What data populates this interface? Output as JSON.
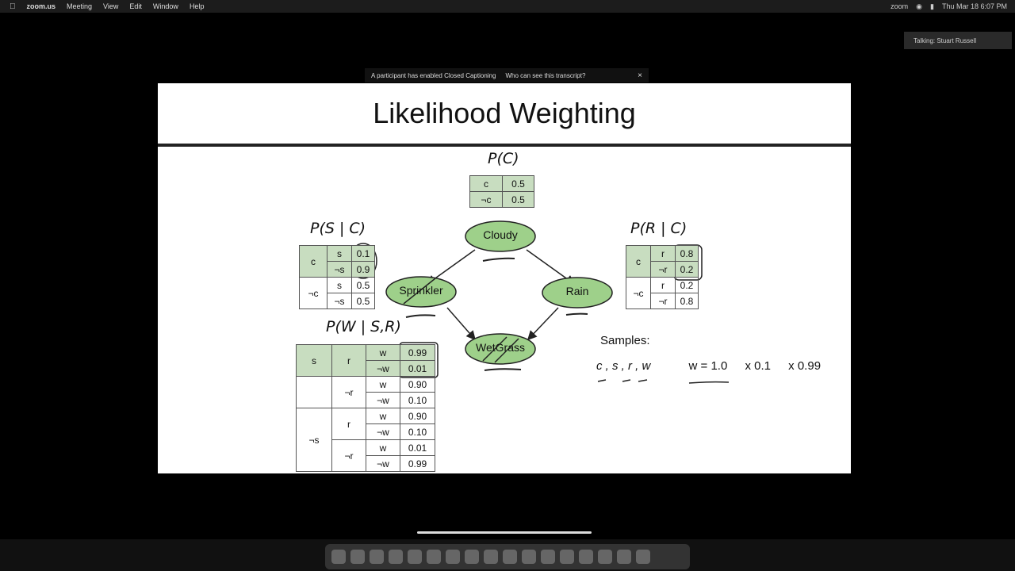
{
  "menubar": {
    "apple": "",
    "app": "zoom.us",
    "items": [
      "Meeting",
      "View",
      "Edit",
      "Window",
      "Help"
    ],
    "right_app": "zoom",
    "datetime": "Thu Mar 18 6:07 PM"
  },
  "talking": "Talking: Stuart Russell",
  "cc_banner": {
    "message": "A participant has enabled Closed Captioning",
    "link": "Who can see this transcript?",
    "close": "×"
  },
  "slide": {
    "title": "Likelihood Weighting",
    "pc": {
      "label": "P(C)",
      "rows": [
        [
          "c",
          "0.5"
        ],
        [
          "¬c",
          "0.5"
        ]
      ]
    },
    "psc": {
      "label": "P(S | C)",
      "rows": [
        [
          "c",
          "s",
          "0.1"
        ],
        [
          "",
          "¬s",
          "0.9"
        ],
        [
          "¬c",
          "s",
          "0.5"
        ],
        [
          "",
          "¬s",
          "0.5"
        ]
      ]
    },
    "prc": {
      "label": "P(R | C)",
      "rows": [
        [
          "c",
          "r",
          "0.8"
        ],
        [
          "",
          "¬r",
          "0.2"
        ],
        [
          "¬c",
          "r",
          "0.2"
        ],
        [
          "",
          "¬r",
          "0.8"
        ]
      ]
    },
    "pw": {
      "label": "P(W | S,R)",
      "rows": [
        [
          "s",
          "r",
          "w",
          "0.99"
        ],
        [
          "",
          "",
          "¬w",
          "0.01"
        ],
        [
          "",
          "¬r",
          "w",
          "0.90"
        ],
        [
          "",
          "",
          "¬w",
          "0.10"
        ],
        [
          "¬s",
          "r",
          "w",
          "0.90"
        ],
        [
          "",
          "",
          "¬w",
          "0.10"
        ],
        [
          "",
          "¬r",
          "w",
          "0.01"
        ],
        [
          "",
          "",
          "¬w",
          "0.99"
        ]
      ]
    },
    "nodes": {
      "cloudy": "Cloudy",
      "sprinkler": "Sprinkler",
      "rain": "Rain",
      "wetgrass": "WetGrass"
    },
    "samples_label": "Samples:",
    "samples_vars": "c , s , r , w",
    "weight": "w = 1.0",
    "factor1": "x 0.1",
    "factor2": "x 0.99"
  }
}
